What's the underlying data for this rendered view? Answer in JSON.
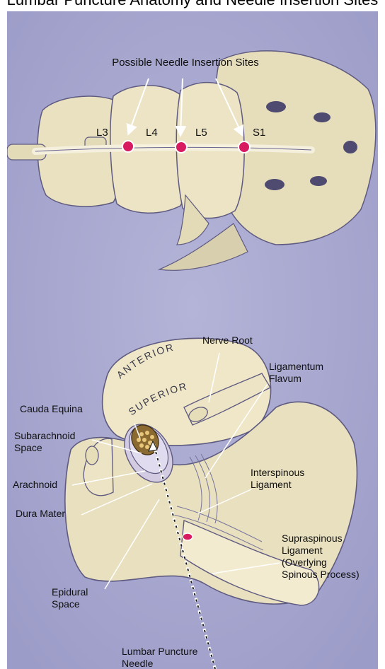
{
  "page_title": "Lumbar Puncture Anatomy and Needle Insertion Sites",
  "top_view": {
    "heading": "Possible Needle Insertion Sites",
    "levels": [
      "L3",
      "L4",
      "L5",
      "S1"
    ]
  },
  "bottom_view": {
    "orientation_anterior": "ANTERIOR",
    "orientation_superior": "SUPERIOR",
    "labels": {
      "nerve_root": "Nerve Root",
      "ligamentum_flavum_1": "Ligamentum",
      "ligamentum_flavum_2": "Flavum",
      "cauda_equina": "Cauda Equina",
      "subarachnoid_1": "Subarachnoid",
      "subarachnoid_2": "Space",
      "arachnoid": "Arachnoid",
      "dura_mater": "Dura Mater",
      "interspinous_1": "Interspinous",
      "interspinous_2": "Ligament",
      "supraspinous_1": "Supraspinous",
      "supraspinous_2": "Ligament",
      "supraspinous_3": "(Overlying",
      "supraspinous_4": "Spinous Process)",
      "epidural_1": "Epidural",
      "epidural_2": "Space",
      "needle_1": "Lumbar Puncture",
      "needle_2": "Needle"
    }
  },
  "colors": {
    "background": "#a9a9d0",
    "bone": "#ece4c4",
    "bone_shadow": "#8a86a8",
    "marker": "#d81b60",
    "text": "#111111"
  }
}
